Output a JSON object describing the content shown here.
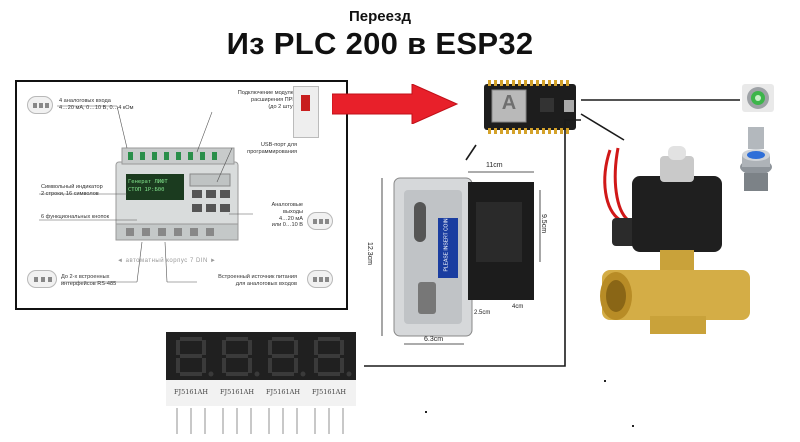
{
  "header": {
    "subtitle": "Переезд",
    "title": "Из PLC 200 в ESP32"
  },
  "plc_panel": {
    "labels": {
      "analog_inputs": "4 аналоговых входа\n4…20 мА, 0…10 В, 0…4 кОм",
      "expansion": "Подключение модулей\nрасширения ПРМ\n(до 2 штук)",
      "usb": "USB-порт для\nпрограммирования",
      "indicator": "Символьный индикатор\n2 строки, 16 символов",
      "buttons": "6 функциональных кнопок",
      "analog_outputs": "Аналоговые\nвыходы\n4…20 мА\nили 0…10 В",
      "din": "◄ автоматный корпус 7 DIN ►",
      "rs485": "До 2-х встроенных\nинтерфейсов RS-485",
      "power": "Встроенный источник питания\nдля аналоговых входов"
    },
    "lcd_lines": [
      "Генерат ЛИФТ",
      "СТОП 1Р:Б00"
    ]
  },
  "esp32_module": {
    "chip_letter": "A"
  },
  "coin_acceptor": {
    "dims": {
      "width": "11cm",
      "height": "12.3cm",
      "depth": "9.5cm",
      "bottom_a": "2.5cm",
      "bottom_b": "4cm",
      "bottom_c": "6.3cm"
    },
    "slot_label": "PLEASE INSERT COIN"
  },
  "display_7seg": {
    "labels": [
      "FJ5161AH",
      "FJ5161AH",
      "FJ5161AH",
      "FJ5161AH"
    ]
  },
  "colors": {
    "arrow": "#e8202a",
    "line": "#1a1a1a",
    "button_green": "#3db54a",
    "button_blue": "#2f6fd8",
    "brass": "#c9a23a"
  }
}
